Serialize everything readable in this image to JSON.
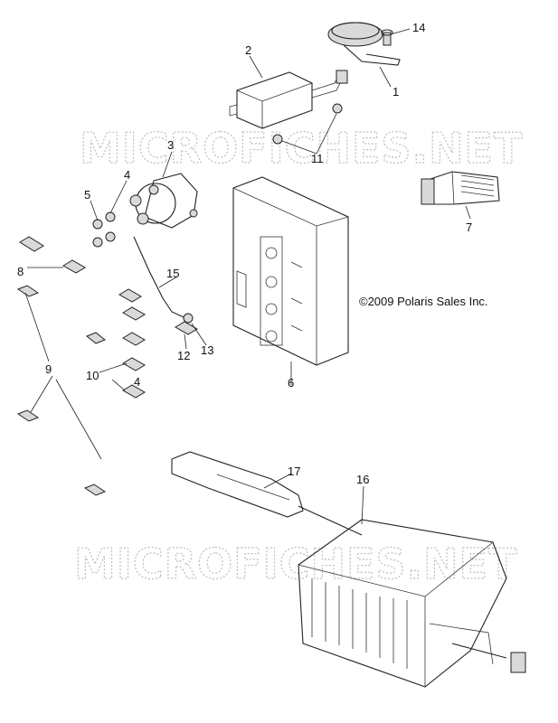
{
  "watermark": {
    "text": "MICROFICHES.NET"
  },
  "copyright": "©2009 Polaris Sales Inc.",
  "callouts": [
    "1",
    "2",
    "3",
    "4",
    "5",
    "6",
    "7",
    "8",
    "9",
    "10",
    "4",
    "11",
    "12",
    "13",
    "14",
    "15",
    "16",
    "17"
  ]
}
